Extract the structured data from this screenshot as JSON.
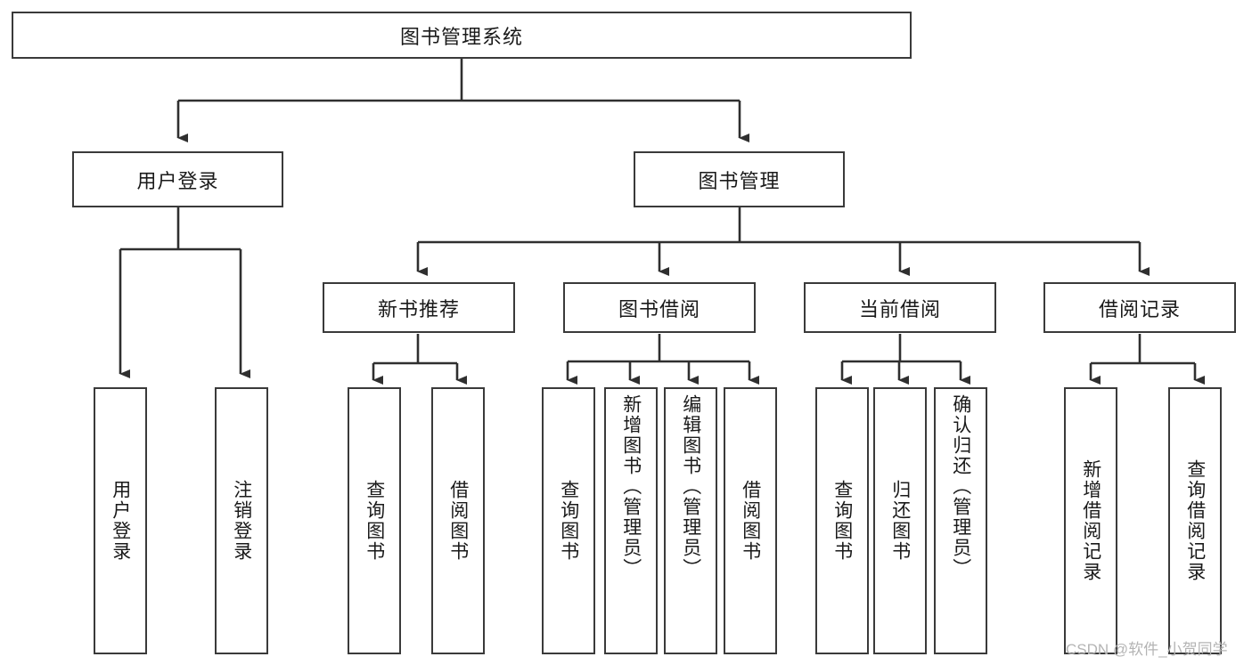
{
  "diagram": {
    "title": "图书管理系统",
    "type": "hierarchy-tree",
    "watermark": "CSDN @软件_小贺同学",
    "colors": {
      "box_border": "#3a3a3a",
      "box_fill": "#ffffff",
      "connector": "#2f2f2f",
      "text": "#1a1a1a",
      "watermark": "#b4b4b4",
      "background": "#ffffff"
    },
    "nodes": {
      "root": {
        "label": "图书管理系统"
      },
      "level2": [
        {
          "label": "用户登录"
        },
        {
          "label": "图书管理"
        }
      ],
      "level3": [
        {
          "label": "新书推荐"
        },
        {
          "label": "图书借阅"
        },
        {
          "label": "当前借阅"
        },
        {
          "label": "借阅记录"
        }
      ],
      "leaves_user_login": [
        {
          "label": "用户登录"
        },
        {
          "label": "注销登录"
        }
      ],
      "leaves_new_book": [
        {
          "label": "查询图书"
        },
        {
          "label": "借阅图书"
        }
      ],
      "leaves_borrow": [
        {
          "label": "查询图书"
        },
        {
          "label": "新增图书（管理员）"
        },
        {
          "label": "编辑图书（管理员）"
        },
        {
          "label": "借阅图书"
        }
      ],
      "leaves_current": [
        {
          "label": "查询图书"
        },
        {
          "label": "归还图书"
        },
        {
          "label": "确认归还（管理员）"
        }
      ],
      "leaves_records": [
        {
          "label": "新增借阅记录"
        },
        {
          "label": "查询借阅记录"
        }
      ]
    }
  }
}
